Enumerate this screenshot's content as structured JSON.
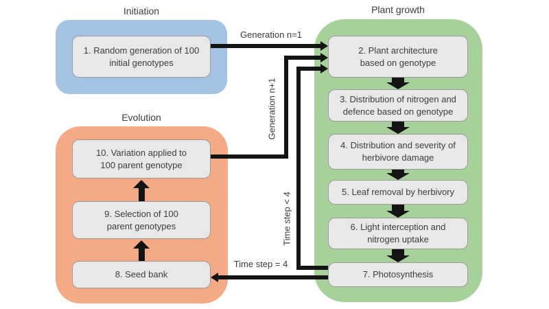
{
  "diagram": {
    "sections": [
      {
        "id": "initiation",
        "title": "Initiation"
      },
      {
        "id": "plant-growth",
        "title": "Plant growth"
      },
      {
        "id": "evolution",
        "title": "Evolution"
      }
    ],
    "boxes": [
      {
        "num": "1",
        "label": "1. Random generation of 100\ninitial genotypes",
        "section": "Initiation"
      },
      {
        "num": "2",
        "label": "2. Plant architecture\nbased on genotype",
        "section": "Plant growth"
      },
      {
        "num": "3",
        "label": "3. Distribution of nitrogen and\ndefence based on genotype",
        "section": "Plant growth"
      },
      {
        "num": "4",
        "label": "4. Distribution and severity of\nherbivore damage",
        "section": "Plant growth"
      },
      {
        "num": "5",
        "label": "5. Leaf removal by herbivory",
        "section": "Plant growth"
      },
      {
        "num": "6",
        "label": "6. Light interception and\nnitrogen uptake",
        "section": "Plant growth"
      },
      {
        "num": "7",
        "label": "7. Photosynthesis",
        "section": "Plant growth"
      },
      {
        "num": "8",
        "label": "8. Seed bank",
        "section": "Evolution"
      },
      {
        "num": "9",
        "label": "9. Selection of 100\nparent genotypes",
        "section": "Evolution"
      },
      {
        "num": "10",
        "label": "10. Variation applied to\n100 parent genotype",
        "section": "Evolution"
      }
    ],
    "edge_labels": [
      {
        "id": "generation-n1",
        "text": "Generation n=1"
      },
      {
        "id": "generation-n-plus-1",
        "text": "Generation n+1"
      },
      {
        "id": "time-step-lt-4",
        "text": "Time step < 4"
      },
      {
        "id": "time-step-eq-4",
        "text": "Time step = 4"
      }
    ]
  },
  "colors": {
    "bg": "#ffffff",
    "blue": "#a4c3e3",
    "green": "#a7d19b",
    "orange": "#f4aa84",
    "boxfill": "#e8e8e8",
    "boxborder": "#9a9a9a",
    "arrow": "#141414",
    "text": "#3c3c3c"
  }
}
